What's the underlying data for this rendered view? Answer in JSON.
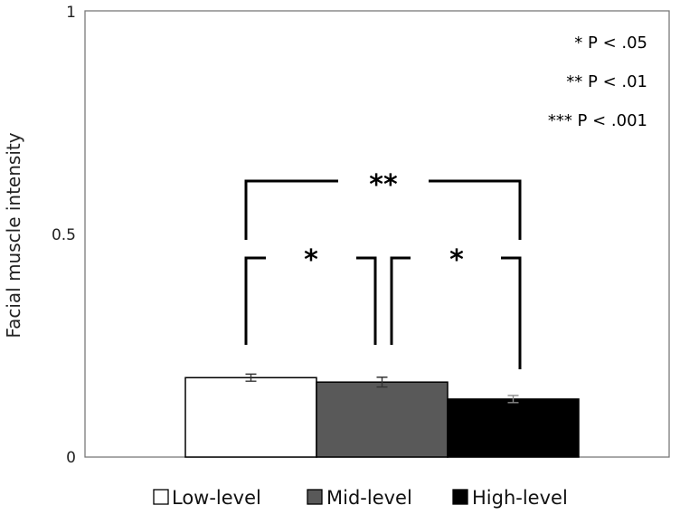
{
  "chart_data": {
    "type": "bar",
    "title": "",
    "xlabel": "",
    "ylabel": "Facial muscle intensity",
    "ylim": [
      0,
      1
    ],
    "yticks": [
      "0",
      "0.5",
      "1"
    ],
    "grid": false,
    "legend_position": "bottom",
    "series": [
      {
        "name": "Low-level",
        "value": 0.178,
        "error": 0.008,
        "color": "#ffffff"
      },
      {
        "name": "Mid-level",
        "value": 0.168,
        "error": 0.011,
        "color": "#595959"
      },
      {
        "name": "High-level",
        "value": 0.13,
        "error": 0.008,
        "color": "#000000"
      }
    ],
    "significance": [
      {
        "from": "Low-level",
        "to": "Mid-level",
        "label": "*"
      },
      {
        "from": "Mid-level",
        "to": "High-level",
        "label": "*"
      },
      {
        "from": "Low-level",
        "to": "High-level",
        "label": "**"
      }
    ],
    "annotations": [
      "* P < .05",
      "** P < .01",
      "*** P < .001"
    ]
  }
}
